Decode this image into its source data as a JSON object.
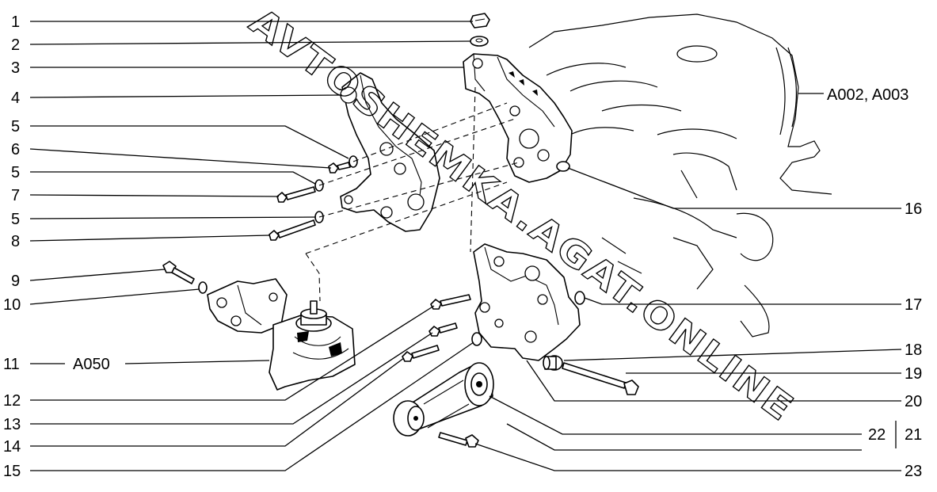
{
  "watermark": "AVTOSHEMKA.AGAT.ONLINE",
  "callouts_left": [
    {
      "id": "c1",
      "label": "1"
    },
    {
      "id": "c2",
      "label": "2"
    },
    {
      "id": "c3",
      "label": "3"
    },
    {
      "id": "c4",
      "label": "4"
    },
    {
      "id": "c5a",
      "label": "5"
    },
    {
      "id": "c6",
      "label": "6"
    },
    {
      "id": "c5b",
      "label": "5"
    },
    {
      "id": "c7",
      "label": "7"
    },
    {
      "id": "c5c",
      "label": "5"
    },
    {
      "id": "c8",
      "label": "8"
    },
    {
      "id": "c9",
      "label": "9"
    },
    {
      "id": "c10",
      "label": "10"
    },
    {
      "id": "c11",
      "label": "11"
    },
    {
      "id": "c12",
      "label": "12"
    },
    {
      "id": "c13",
      "label": "13"
    },
    {
      "id": "c14",
      "label": "14"
    },
    {
      "id": "c15",
      "label": "15"
    }
  ],
  "callouts_right": [
    {
      "id": "c16",
      "label": "16"
    },
    {
      "id": "c17",
      "label": "17"
    },
    {
      "id": "c18",
      "label": "18"
    },
    {
      "id": "c19",
      "label": "19"
    },
    {
      "id": "c20",
      "label": "20"
    },
    {
      "id": "c21",
      "label": "21"
    },
    {
      "id": "c22",
      "label": "22"
    },
    {
      "id": "c23",
      "label": "23"
    }
  ],
  "references": {
    "engine": "A002, A003",
    "mount_11": "A050"
  }
}
